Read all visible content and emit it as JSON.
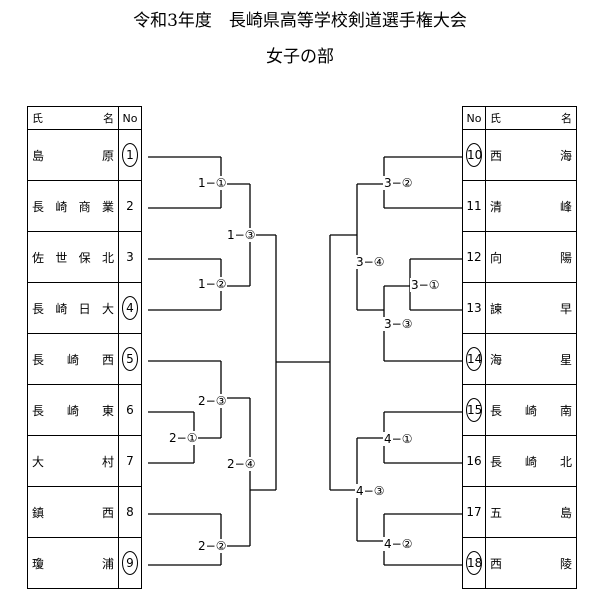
{
  "title": "令和3年度　長崎県高等学校剣道選手権大会",
  "subtitle": "女子の部",
  "left_header": {
    "name_a": "氏",
    "name_b": "名",
    "no": "No"
  },
  "right_header": {
    "name_a": "氏",
    "name_b": "名",
    "no": "No"
  },
  "left_entries": [
    {
      "no": "1",
      "chars": [
        "島",
        "原"
      ],
      "circled": true
    },
    {
      "no": "2",
      "chars": [
        "長",
        "崎",
        "商",
        "業"
      ],
      "circled": false
    },
    {
      "no": "3",
      "chars": [
        "佐",
        "世",
        "保",
        "北"
      ],
      "circled": false
    },
    {
      "no": "4",
      "chars": [
        "長",
        "崎",
        "日",
        "大"
      ],
      "circled": true
    },
    {
      "no": "5",
      "chars": [
        "長",
        "崎",
        "西"
      ],
      "circled": true
    },
    {
      "no": "6",
      "chars": [
        "長",
        "崎",
        "東"
      ],
      "circled": false
    },
    {
      "no": "7",
      "chars": [
        "大",
        "村"
      ],
      "circled": false
    },
    {
      "no": "8",
      "chars": [
        "鎮",
        "西"
      ],
      "circled": false
    },
    {
      "no": "9",
      "chars": [
        "瓊",
        "浦"
      ],
      "circled": true
    }
  ],
  "right_entries": [
    {
      "no": "10",
      "chars": [
        "西",
        "海"
      ],
      "circled": true
    },
    {
      "no": "11",
      "chars": [
        "清",
        "峰"
      ],
      "circled": false
    },
    {
      "no": "12",
      "chars": [
        "向",
        "陽"
      ],
      "circled": false
    },
    {
      "no": "13",
      "chars": [
        "諫",
        "早"
      ],
      "circled": false
    },
    {
      "no": "14",
      "chars": [
        "海",
        "星"
      ],
      "circled": true
    },
    {
      "no": "15",
      "chars": [
        "長",
        "崎",
        "南"
      ],
      "circled": true
    },
    {
      "no": "16",
      "chars": [
        "長",
        "崎",
        "北"
      ],
      "circled": false
    },
    {
      "no": "17",
      "chars": [
        "五",
        "島"
      ],
      "circled": false
    },
    {
      "no": "18",
      "chars": [
        "西",
        "陵"
      ],
      "circled": true
    }
  ],
  "matches": {
    "m1_1": "1−①",
    "m1_2": "1−②",
    "m1_3": "1−③",
    "m2_1": "2−①",
    "m2_2": "2−②",
    "m2_3": "2−③",
    "m2_4": "2−④",
    "m3_1": "3−①",
    "m3_2": "3−②",
    "m3_3": "3−③",
    "m3_4": "3−④",
    "m4_1": "4−①",
    "m4_2": "4−②",
    "m4_3": "4−③"
  }
}
